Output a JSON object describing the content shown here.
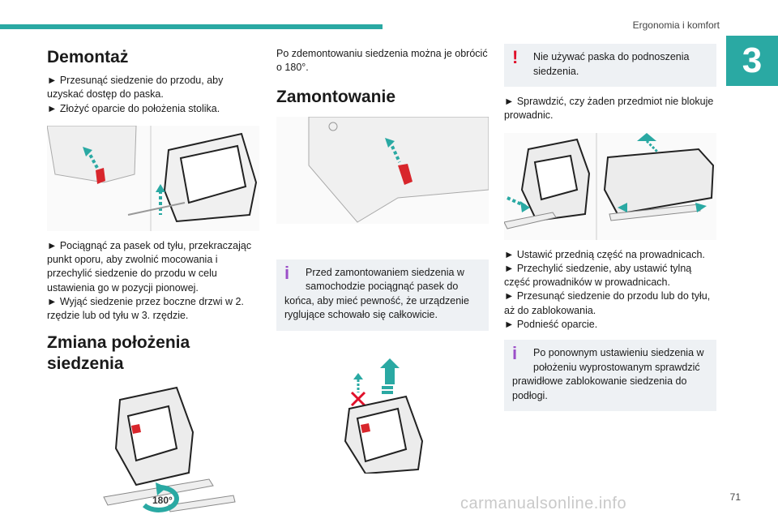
{
  "header": {
    "section": "Ergonomia i komfort",
    "chapter": "3"
  },
  "col1": {
    "h_removal": "Demontaż",
    "removal_steps": [
      "► Przesunąć siedzenie do przodu, aby uzyskać dostęp do paska.",
      "► Złożyć oparcie do położenia stolika."
    ],
    "pull_steps": [
      "► Pociągnąć za pasek od tyłu, przekraczając punkt oporu, aby zwolnić mocowania i przechylić siedzenie do przodu w celu ustawienia go w pozycji pionowej.",
      "► Wyjąć siedzenie przez boczne drzwi w 2. rzędzie lub od tyłu w 3. rzędzie."
    ],
    "h_position": "Zmiana położenia siedzenia",
    "rotate_label": "180°"
  },
  "col2": {
    "intro": "Po zdemontowaniu siedzenia można je obrócić o 180°.",
    "h_install": "Zamontowanie",
    "info_note": "Przed zamontowaniem siedzenia w samochodzie pociągnąć pasek do końca, aby mieć pewność, że urządzenie ryglujące schowało się całkowicie."
  },
  "col3": {
    "warn_note": "Nie używać paska do podnoszenia siedzenia.",
    "check_step": "► Sprawdzić, czy żaden przedmiot nie blokuje prowadnic.",
    "steps": [
      "► Ustawić przednią część na prowadnicach.",
      "► Przechylić siedzenie, aby ustawić tylną część prowadników w prowadnicach.",
      "► Przesunąć siedzenie do przodu lub do tyłu, aż do zablokowania.",
      "► Podnieść oparcie."
    ],
    "info_note": "Po ponownym ustawieniu siedzenia w położeniu wyprostowanym sprawdzić prawidłowe zablokowanie siedzenia do podłogi."
  },
  "footer": {
    "page": "71",
    "watermark": "carmanualsonline.info"
  },
  "colors": {
    "accent": "#2aa9a3",
    "info": "#9b4fc8",
    "warn": "#e0102a",
    "strap": "#d8262c"
  },
  "icons": [
    "info-icon",
    "warning-icon",
    "rotate-arrow-icon",
    "up-arrow-icon",
    "cross-icon"
  ]
}
